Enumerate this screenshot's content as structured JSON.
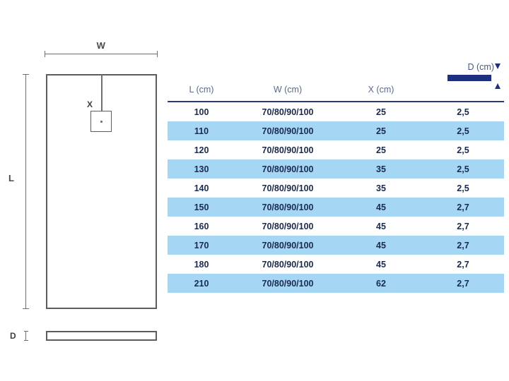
{
  "drawing": {
    "width_label": "W",
    "length_label": "L",
    "drain_label": "X",
    "depth_label": "D",
    "outline_color": "#5c5c5c",
    "dimension_color": "#6f6f6f"
  },
  "legend": {
    "depth_label": "D (cm)",
    "bar_color": "#1f2f80",
    "arrow_down_icon": "arrow-down-icon",
    "arrow_up_icon": "arrow-up-icon"
  },
  "table": {
    "headers": [
      "L (cm)",
      "W (cm)",
      "X (cm)",
      ""
    ],
    "header_color": "#5a6a8c",
    "rule_color": "#2b3a7a",
    "stripe_color": "#a5d7f5",
    "rows": [
      {
        "L": "100",
        "W": "70/80/90/100",
        "X": "25",
        "D": "2,5"
      },
      {
        "L": "110",
        "W": "70/80/90/100",
        "X": "25",
        "D": "2,5"
      },
      {
        "L": "120",
        "W": "70/80/90/100",
        "X": "25",
        "D": "2,5"
      },
      {
        "L": "130",
        "W": "70/80/90/100",
        "X": "35",
        "D": "2,5"
      },
      {
        "L": "140",
        "W": "70/80/90/100",
        "X": "35",
        "D": "2,5"
      },
      {
        "L": "150",
        "W": "70/80/90/100",
        "X": "45",
        "D": "2,7"
      },
      {
        "L": "160",
        "W": "70/80/90/100",
        "X": "45",
        "D": "2,7"
      },
      {
        "L": "170",
        "W": "70/80/90/100",
        "X": "45",
        "D": "2,7"
      },
      {
        "L": "180",
        "W": "70/80/90/100",
        "X": "45",
        "D": "2,7"
      },
      {
        "L": "210",
        "W": "70/80/90/100",
        "X": "62",
        "D": "2,7"
      }
    ]
  }
}
